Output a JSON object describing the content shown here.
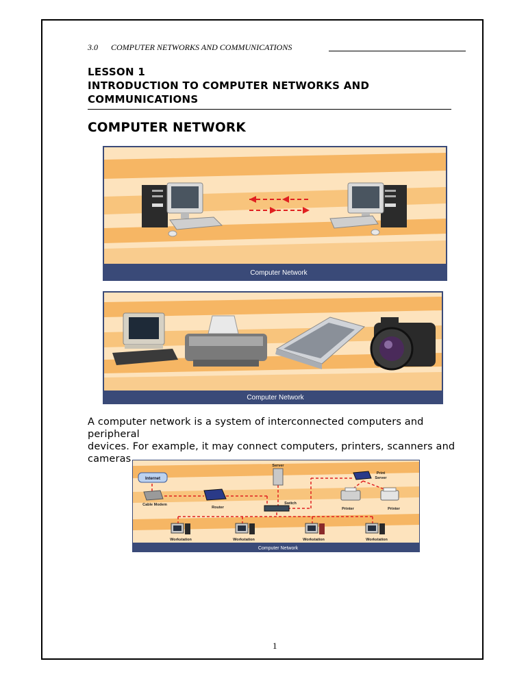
{
  "header": {
    "section_number": "3.0",
    "section_title": "COMPUTER NETWORKS AND COMMUNICATIONS"
  },
  "lesson": {
    "line1": "LESSON 1",
    "line2": "INTRODUCTION TO COMPUTER NETWORKS AND",
    "line3": "COMMUNICATIONS"
  },
  "section": {
    "title": "COMPUTER NETWORK"
  },
  "figure1": {
    "caption": "Computer Network"
  },
  "figure2": {
    "caption": "Computer Network"
  },
  "figure3": {
    "caption": "Computer Network",
    "labels": {
      "internet": "Internet",
      "cable_modem": "Cable Modem",
      "router": "Router",
      "server": "Server",
      "switch": "Switch",
      "print_server_1": "Print",
      "print_server_2": "Server",
      "printer_1": "Printer",
      "printer_2": "Printer",
      "workstation_1": "Workstation",
      "workstation_2": "Workstation",
      "workstation_3": "Workstation",
      "workstation_4": "Workstation"
    }
  },
  "body": {
    "line1": "A computer network is a system of interconnected computers and peripheral",
    "line2": "devices. For example, it may connect computers, printers, scanners and",
    "line3": "cameras."
  },
  "footer": {
    "page_number": "1"
  },
  "colors": {
    "banner_orange": "#f6b664",
    "banner_light": "#fde3bd",
    "caption_bar": "#3a4a78",
    "arrow_red": "#e02020"
  }
}
